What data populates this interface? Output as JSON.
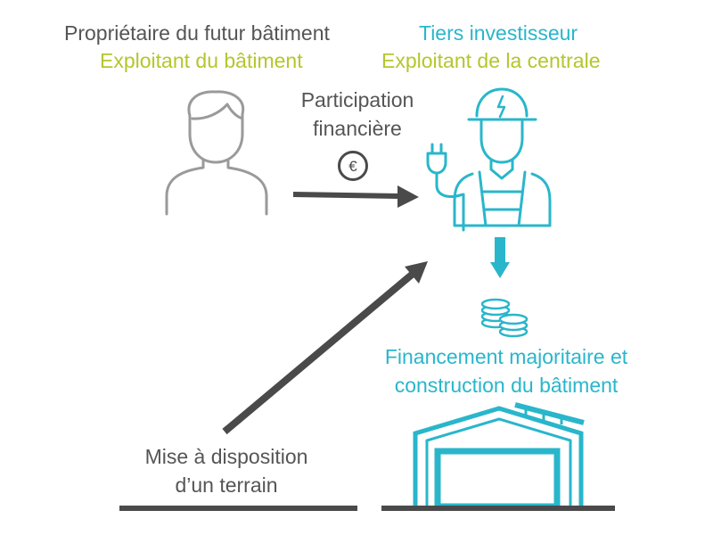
{
  "owner": {
    "line1": "Propriétaire du futur bâtiment",
    "line2": "Exploitant du bâtiment"
  },
  "investor": {
    "line1": "Tiers investisseur",
    "line2": "Exploitant de la centrale"
  },
  "financial": {
    "line1": "Participation",
    "line2": "financière",
    "currency_symbol": "€"
  },
  "financing": {
    "line1": "Financement majoritaire et",
    "line2": "construction du bâtiment"
  },
  "land": {
    "line1": "Mise à disposition",
    "line2": "d’un terrain"
  },
  "colors": {
    "grey_text": "#555555",
    "green_text": "#b5c62c",
    "blue_accent": "#29b6cb",
    "arrow_dark": "#4a4a4a",
    "person_grey": "#9a9a9a"
  },
  "icons": [
    "person-icon",
    "worker-icon",
    "euro-coin-icon",
    "coins-stack-icon",
    "building-icon"
  ]
}
